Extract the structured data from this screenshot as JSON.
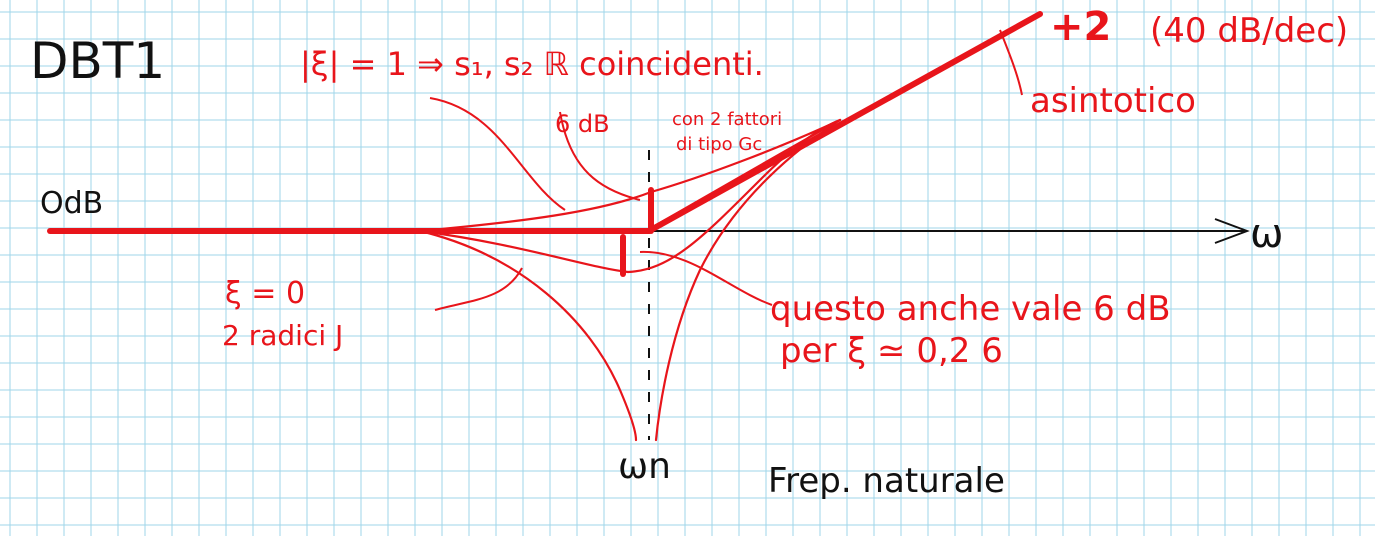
{
  "page": {
    "title": "DBT1",
    "grid_color": "#9fd6ea",
    "background": "#ffffff",
    "ink_black": "#111111",
    "ink_red": "#e8151b"
  },
  "labels": {
    "zero_db": "OdB",
    "omega": "ω",
    "omega_n": "ωn",
    "freq_natural": "Frep. naturale",
    "slope": "+2",
    "slope_rate": "(40 dB/dec)",
    "asymptotic": "asintotico",
    "xi_one": "|ξ| = 1 ⇒ s₁, s₂ ℝ coincidenti.",
    "six_db": "6 dB",
    "six_db_note_1": "con 2 fattori",
    "six_db_note_2": "di tipo Gc",
    "xi_zero_1": "ξ = 0",
    "xi_zero_2": "2 radici J",
    "also_6db": "questo anche vale 6 dB",
    "for_xi": "per ξ ≃ 0,2 6"
  }
}
